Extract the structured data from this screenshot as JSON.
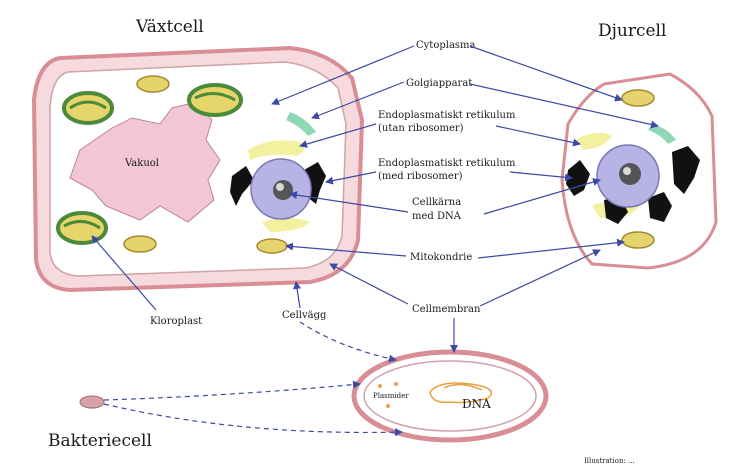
{
  "titles": {
    "plant": "Växtcell",
    "animal": "Djurcell",
    "bacteria": "Bakteriecell"
  },
  "labels": {
    "vacuole": "Vakuol",
    "cytoplasm": "Cytoplasma",
    "golgi": "Golgiapparat",
    "er_smooth_1": "Endoplasmatiskt retikulum",
    "er_smooth_2": "(utan ribosomer)",
    "er_rough_1": "Endoplasmatiskt retikulum",
    "er_rough_2": "(med ribosomer)",
    "nucleus_1": "Cellkärna",
    "nucleus_2": "med DNA",
    "mitochondria": "Mitokondrie",
    "chloroplast": "Kloroplast",
    "cell_wall": "Cellvägg",
    "cell_membrane": "Cellmembran",
    "plasmid": "Plasmider",
    "dna": "DNA",
    "credit": "Illustration: ..."
  },
  "colors": {
    "outer_wall": "#ecc0c4",
    "wall_stroke": "#d98e96",
    "vacuole": "#f2c6d4",
    "nucleus": "#b7b3e4",
    "nucleolus": "#555555",
    "mitochondria": "#e5d36e",
    "chloroplast_outer": "#4a8a3a",
    "chloroplast_inner": "#e6d56a",
    "golgi": "#8fd8b6",
    "smooth_er": "#f3f0a0",
    "arrow": "#3c4aa4"
  }
}
